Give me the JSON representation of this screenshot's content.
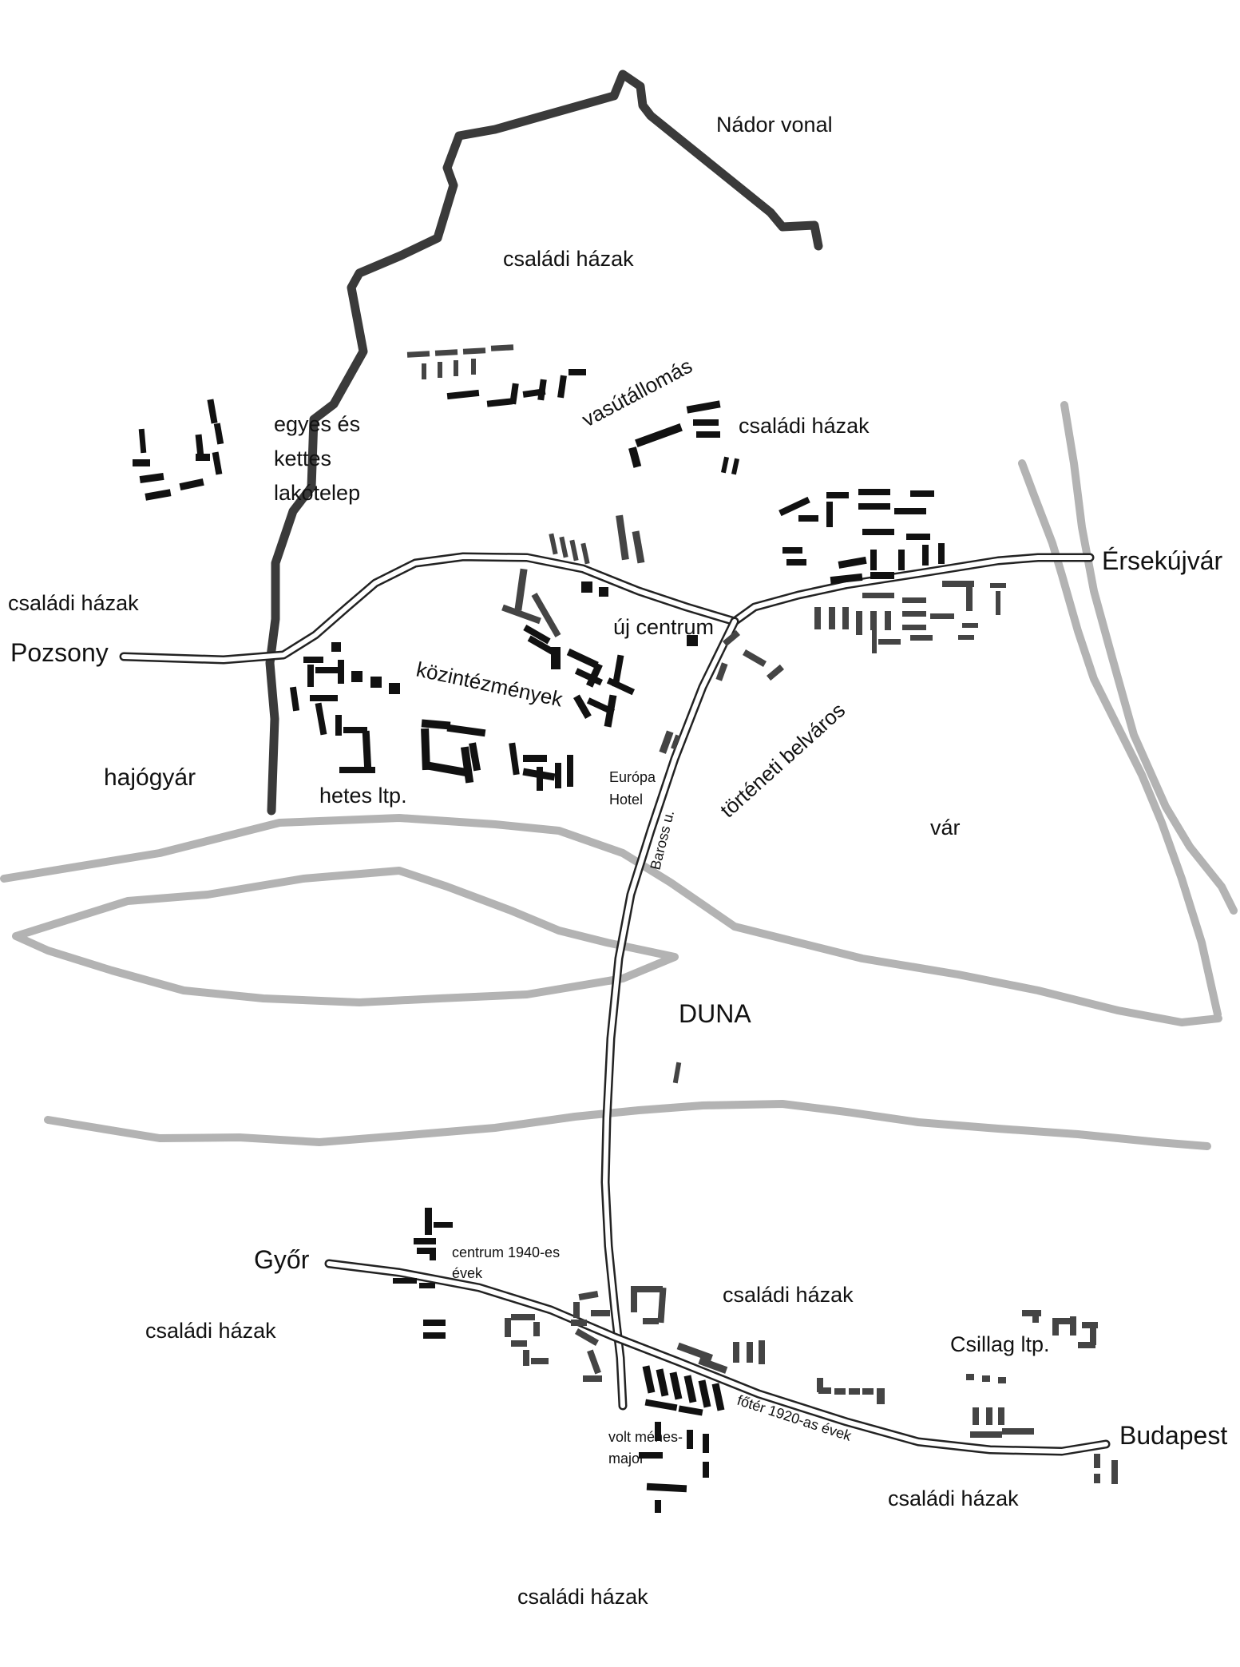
{
  "map": {
    "labels": {
      "nador_vonal": "Nádor vonal",
      "csaladi_hazak_north": "családi házak",
      "csaladi_hazak_station": "családi házak",
      "csaladi_hazak_west": "családi házak",
      "vasutallomas": "vasútállomás",
      "egyes_es": "egyes és",
      "kettes": "kettes",
      "lakotelep": "lakótelep",
      "pozsony": "Pozsony",
      "ersekujvar": "Érsekújvár",
      "uj_centrum": "új centrum",
      "kozintezmenyek": "közintézmények",
      "tortenet_belvaros": "történeti belváros",
      "hajogyar": "hajógyár",
      "hetes_ltp": "hetes ltp.",
      "europa": "Európa",
      "hotel": "Hotel",
      "baross": "Baross u.",
      "var": "vár",
      "duna": "DUNA",
      "gyor": "Győr",
      "centrum_1940_line1": "centrum 1940-es",
      "centrum_1940_line2": "évek",
      "csaladi_hazak_south_center": "családi házak",
      "csaladi_hazak_gyor": "családi házak",
      "csillag_ltp": "Csillag ltp.",
      "foter_1920": "főtér 1920-as évek",
      "budapest": "Budapest",
      "volt_menes": "volt ménes-",
      "major": "major",
      "csaladi_hazak_southeast": "családi házak",
      "csaladi_hazak_bottom": "családi házak"
    },
    "colors": {
      "river": "#b3b3b3",
      "border_line": "#3a3a3a",
      "road_outline": "#222222",
      "building_dark": "#111111",
      "building_grey": "#444444"
    }
  }
}
